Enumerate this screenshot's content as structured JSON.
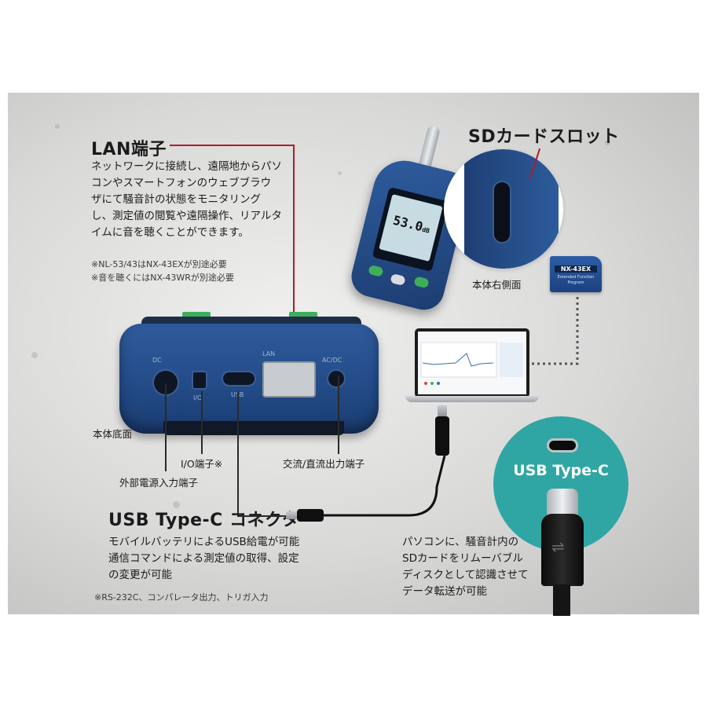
{
  "lan": {
    "title": "LAN端子",
    "lines": [
      "ネットワークに接続し、遠隔地からパソ",
      "コンやスマートフォンのウェブブラウ",
      "ザにて騒音計の状態をモニタリング",
      "し、測定値の閲覧や遠隔操作、リアルタ",
      "イムに音を聴くことができます。"
    ],
    "notes": [
      "※NL-53/43はNX-43EXが別途必要",
      "※音を聴くにはNX-43WRが別途必要"
    ]
  },
  "sd": {
    "title": "SDカードスロット",
    "side_label": "本体右側面",
    "card_name": "NX-43EX",
    "card_sub": "Extended Function Program"
  },
  "meter": {
    "display_value": "53.0",
    "unit": "dB"
  },
  "device": {
    "bottom_label": "本体底面",
    "port_labels": {
      "dc": "DC",
      "io": "I/O",
      "usb": "USB",
      "lan": "LAN",
      "acdc": "AC/DC"
    }
  },
  "callouts": {
    "io": "I/O端子※",
    "acdc": "交流/直流出力端子",
    "power": "外部電源入力端子"
  },
  "usb": {
    "title": "USB Type-C コネクタ",
    "lines": [
      "モバイルバッテリによるUSB給電が可能",
      "通信コマンドによる測定値の取得、設定",
      "の変更が可能"
    ],
    "note": "※RS-232C、コンパレータ出力、トリガ入力",
    "circle_label": "USB Type-C"
  },
  "pc": {
    "lines": [
      "パソコンに、騒音計内の",
      "SDカードをリムーバブル",
      "ディスクとして認識させて",
      "データ転送が可能"
    ]
  },
  "colors": {
    "accent_red": "#b01c2a",
    "device_blue": "#224a86",
    "usb_teal": "#2fa6a4"
  },
  "icons": [
    "usb-icon"
  ]
}
